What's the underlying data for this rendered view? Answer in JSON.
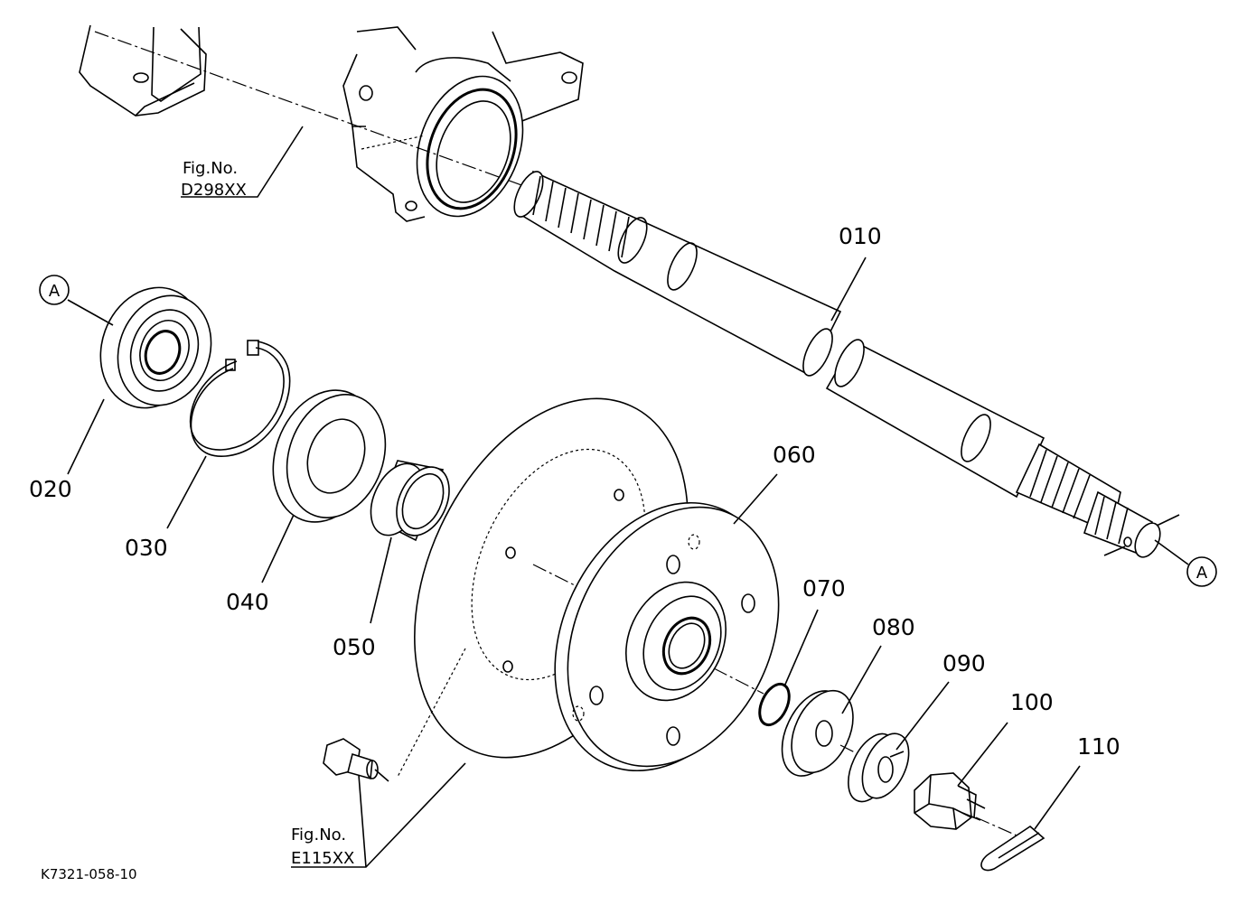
{
  "figure_code": "K7321-058-10",
  "references": [
    {
      "line1": "Fig.No.",
      "line2": "D298XX"
    },
    {
      "line1": "Fig.No.",
      "line2": "E115XX"
    }
  ],
  "callout_letter": "A",
  "parts": [
    "010",
    "020",
    "030",
    "040",
    "050",
    "060",
    "070",
    "080",
    "090",
    "100",
    "110"
  ]
}
